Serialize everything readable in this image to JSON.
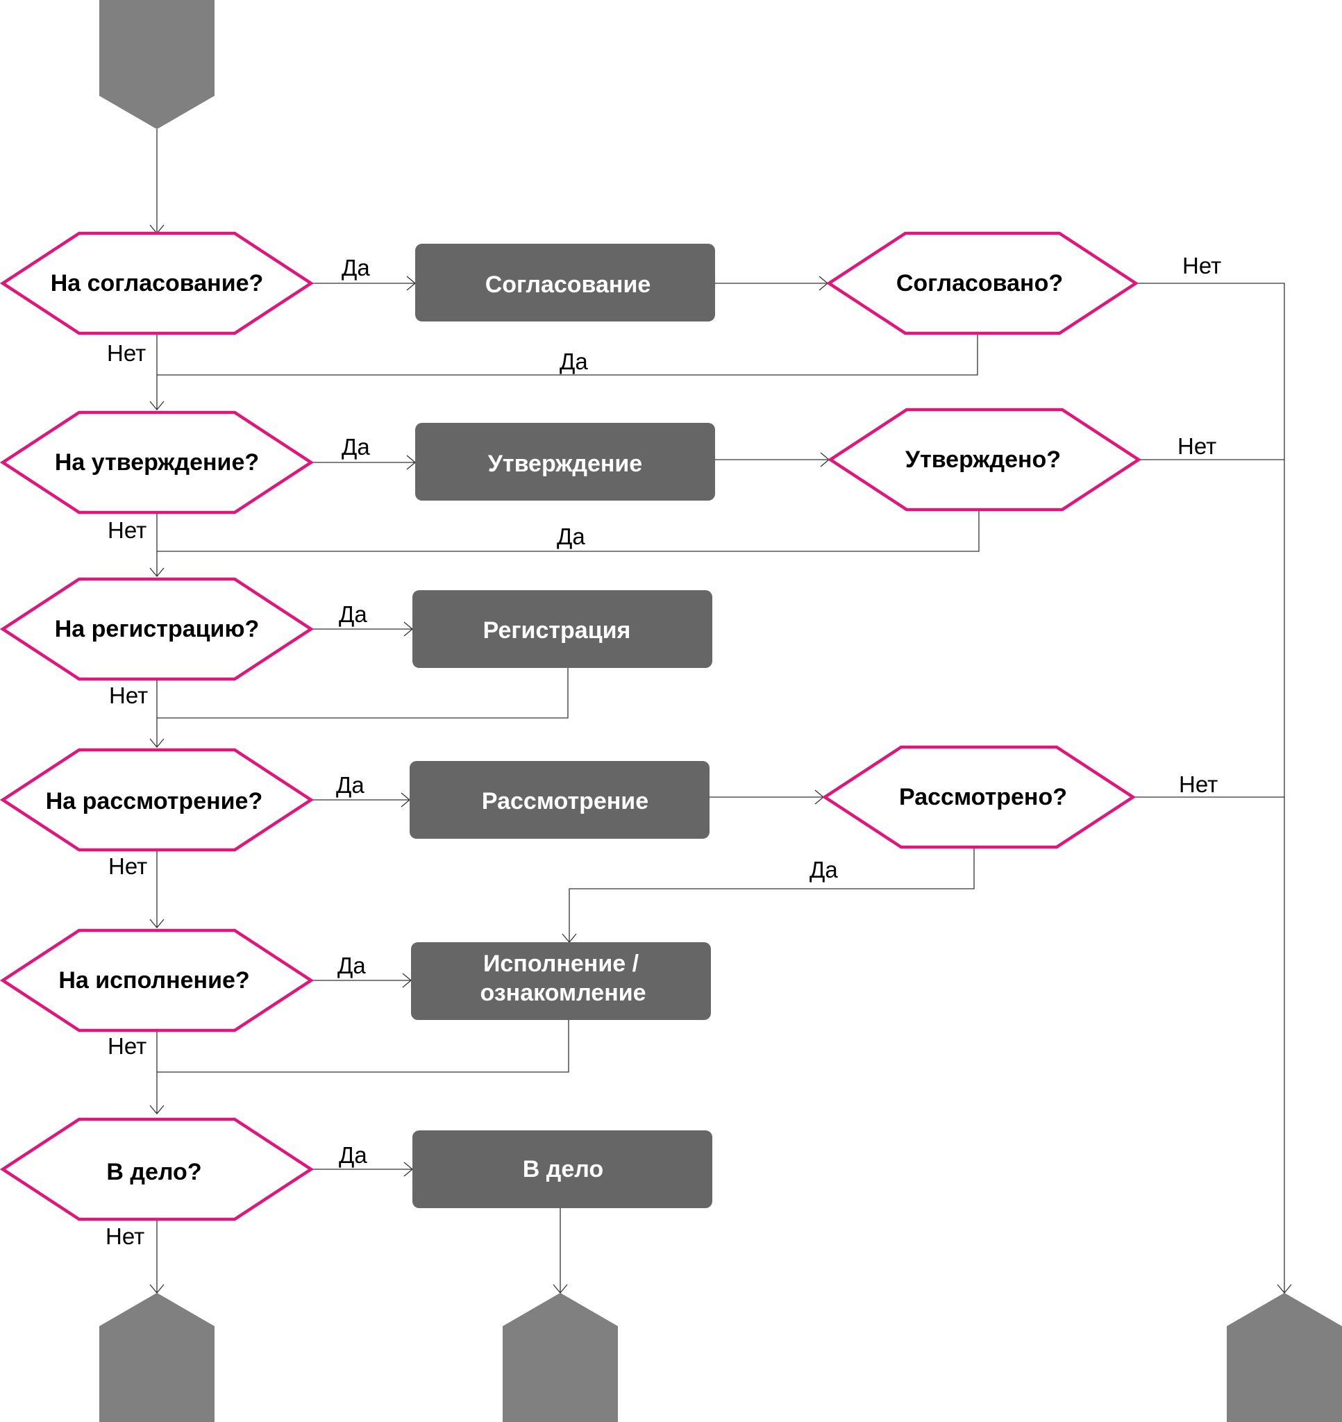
{
  "diagram": {
    "decisions": {
      "d1": "На согласование?",
      "d2": "Согласовано?",
      "d3": "На утверждение?",
      "d4": "Утверждено?",
      "d5": "На регистрацию?",
      "d6": "На рассмотрение?",
      "d7": "Рассмотрено?",
      "d8": "На исполнение?",
      "d9": "В дело?"
    },
    "processes": {
      "p1": "Согласование",
      "p2": "Утверждение",
      "p3": "Регистрация",
      "p4": "Рассмотрение",
      "p5_line1": "Исполнение /",
      "p5_line2": "ознакомление",
      "p6": "В дело"
    },
    "labels": {
      "yes": "Да",
      "no": "Нет"
    },
    "colors": {
      "decision_border": "#E0167A",
      "process_fill": "#666666",
      "terminal_fill": "#808080"
    }
  }
}
